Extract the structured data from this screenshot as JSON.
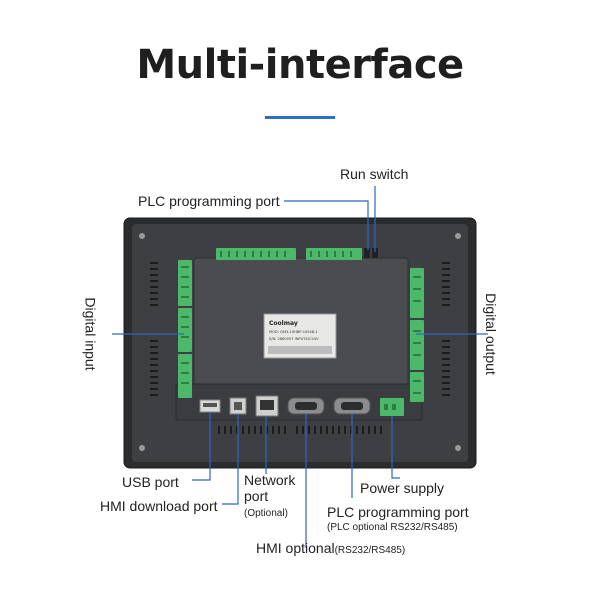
{
  "title": "Multi-interface",
  "device": {
    "brand": "Coolmay",
    "model_line": "MOD: QM3-10HBP-10S48-1",
    "sn_line": "S/N: 2880057 INPUT:DC24V"
  },
  "labels": {
    "run_switch": "Run switch",
    "plc_port_top": "PLC programming port",
    "digital_input": "Digital input",
    "digital_output": "Digital output",
    "usb_port": "USB port",
    "hmi_download_port": "HMI download port",
    "network_port": "Network port",
    "network_optional": "(Optional)",
    "power_supply": "Power supply",
    "plc_port_bottom": "PLC programming port",
    "plc_port_bottom_sub": "(PLC optional RS232/RS485)",
    "hmi_optional": "HMI optional",
    "hmi_optional_sub": "(RS232/RS485)"
  },
  "colors": {
    "accent": "#2f6fc9",
    "panel": "#3b3d40",
    "terminal_green": "#4bb86a",
    "leader": "#2c66c4"
  }
}
